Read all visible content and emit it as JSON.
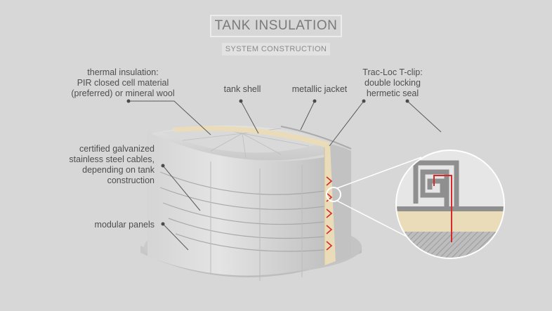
{
  "header": {
    "title": "TANK INSULATION",
    "subtitle": "SYSTEM CONSTRUCTION"
  },
  "labels": {
    "thermal_insulation": [
      "thermal insulation:",
      "PIR closed cell material",
      "(preferred) or mineral wool"
    ],
    "tank_shell": [
      "tank shell"
    ],
    "metallic_jacket": [
      "metallic jacket"
    ],
    "trac_loc_clip": [
      "Trac-Loc T-clip:",
      "double locking",
      "hermetic seal"
    ],
    "cables": [
      "certified galvanized",
      "stainless steel cables,",
      "depending on tank",
      "construction"
    ],
    "modular_panels": [
      "modular panels"
    ]
  },
  "colors": {
    "background": "#d7d7d7",
    "insulation": "#eadcb8",
    "cable_red": "#d42a2a",
    "steel": "#9a9a9a",
    "leader_line": "#5a5a5a"
  }
}
